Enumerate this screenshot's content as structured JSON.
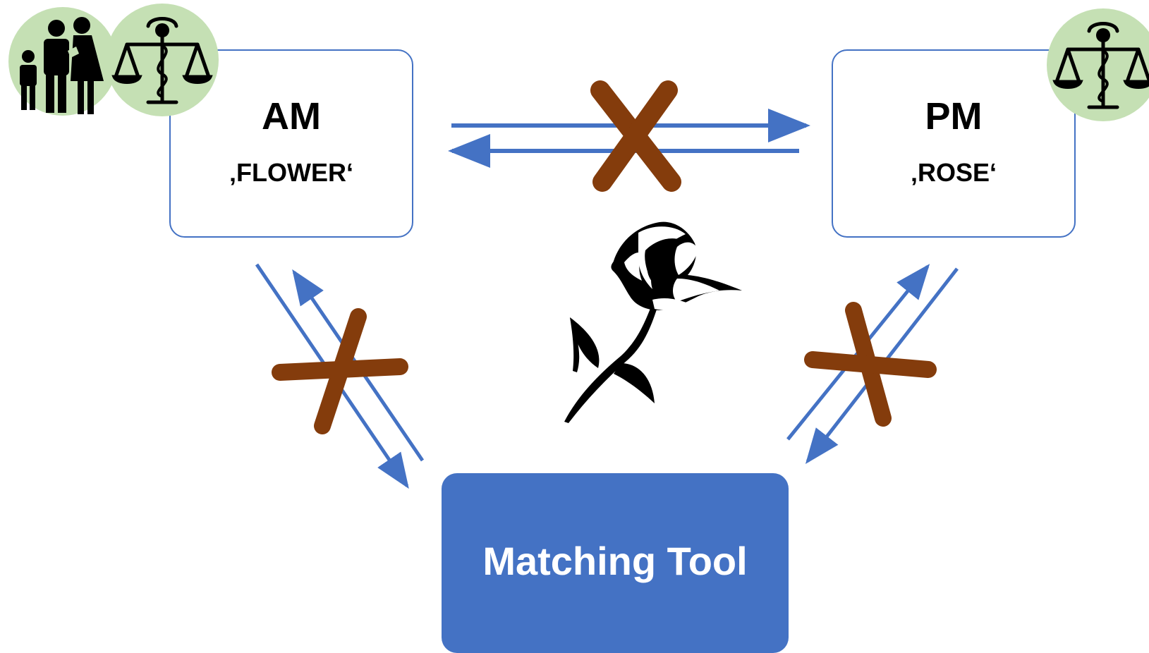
{
  "am_box": {
    "title": "AM",
    "subtitle": "‚FLOWER‘"
  },
  "pm_box": {
    "title": "PM",
    "subtitle": "‚ROSE‘"
  },
  "matching_tool": {
    "label": "Matching Tool"
  },
  "colors": {
    "box_border": "#4472c4",
    "tool_fill": "#4472c4",
    "arrow": "#4472c4",
    "cross": "#843c0c",
    "badge_fill": "#c5e0b4",
    "icon": "#000000"
  },
  "icons": {
    "family": "family-icon",
    "law_am": "scales-of-justice-icon",
    "law_pm": "scales-of-justice-icon",
    "rose": "rose-icon",
    "cross": "cross-x-icon"
  }
}
